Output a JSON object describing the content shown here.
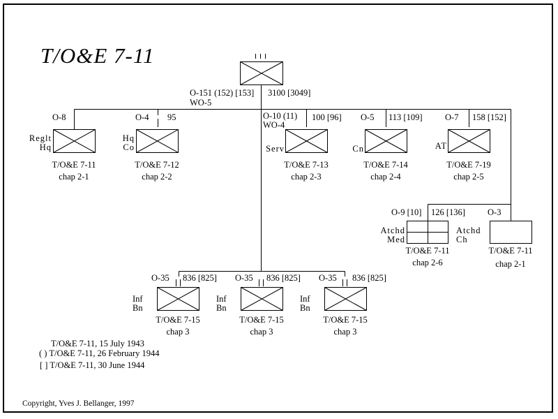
{
  "title": "T/O&E 7-11",
  "hq_unit": {
    "echelon": "III",
    "officers": "O-151 (152) [153]",
    "warrant": "WO-5",
    "enlisted": "3100 [3049]"
  },
  "units": [
    {
      "id": "reglt-hq",
      "name_lines": [
        "Reglt",
        "Hq"
      ],
      "officers": "O-8",
      "enlisted": "",
      "toe": "T/O&E 7-11",
      "chap": "chap 2-1"
    },
    {
      "id": "hq-co",
      "name_lines": [
        "Hq",
        "Co"
      ],
      "officers": "O-4",
      "enlisted": "95",
      "toe": "T/O&E 7-12",
      "chap": "chap 2-2"
    },
    {
      "id": "serv",
      "name_lines": [
        "Serv"
      ],
      "officers": "O-10 (11)",
      "warrant": "WO-4",
      "enlisted": "100 [96]",
      "toe": "T/O&E 7-13",
      "chap": "chap 2-3"
    },
    {
      "id": "cn",
      "name_lines": [
        "Cn"
      ],
      "officers": "O-5",
      "enlisted": "113 [109]",
      "toe": "T/O&E 7-14",
      "chap": "chap 2-4"
    },
    {
      "id": "at",
      "name_lines": [
        "AT"
      ],
      "officers": "O-7",
      "enlisted": "158 [152]",
      "toe": "T/O&E 7-19",
      "chap": "chap 2-5"
    }
  ],
  "attached": [
    {
      "id": "atchd-med",
      "name_lines": [
        "Atchd",
        "Med"
      ],
      "officers": "O-9 [10]",
      "enlisted": "126 [136]",
      "toe": "T/O&E 7-11",
      "chap": "chap 2-6"
    },
    {
      "id": "atchd-ch",
      "name_lines": [
        "Atchd",
        "Ch"
      ],
      "officers": "O-3",
      "enlisted": "",
      "toe": "T/O&E 7-11",
      "chap": "chap 2-1"
    }
  ],
  "battalions": [
    {
      "name_lines": [
        "Inf",
        "Bn"
      ],
      "echelon": "II",
      "officers": "O-35",
      "enlisted": "836 [825]",
      "toe": "T/O&E 7-15",
      "chap": "chap 3"
    },
    {
      "name_lines": [
        "Inf",
        "Bn"
      ],
      "echelon": "II",
      "officers": "O-35",
      "enlisted": "836 [825]",
      "toe": "T/O&E 7-15",
      "chap": "chap 3"
    },
    {
      "name_lines": [
        "Inf",
        "Bn"
      ],
      "echelon": "II",
      "officers": "O-35",
      "enlisted": "836 [825]",
      "toe": "T/O&E 7-15",
      "chap": "chap 3"
    }
  ],
  "legend": [
    "T/O&E 7-11, 15 July 1943",
    "( ) T/O&E 7-11, 26 February 1944",
    "[ ] T/O&E 7-11, 30 June 1944"
  ],
  "copyright": "Copyright, Yves J.  Bellanger, 1997"
}
